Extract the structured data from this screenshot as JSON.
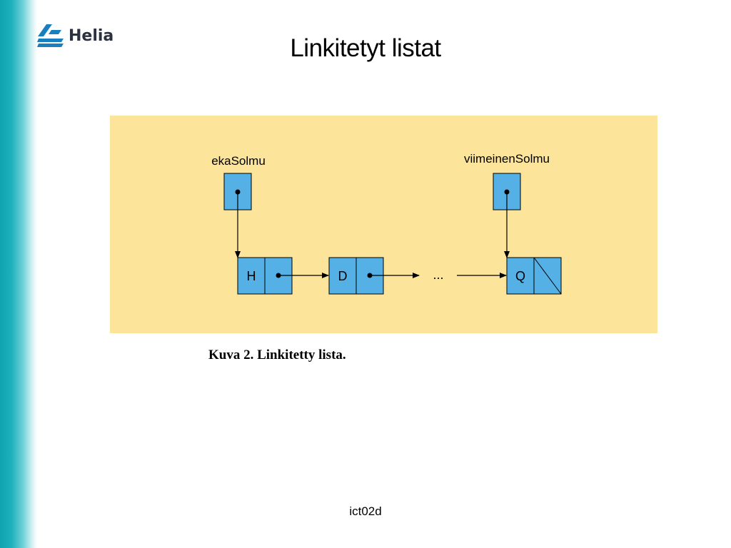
{
  "brand": {
    "logo_text": "Helia",
    "accent": "#0ea3ae",
    "logo_color": "#1a7fbf"
  },
  "slide": {
    "title": "Linkitetyt listat",
    "footer": "ict02d"
  },
  "figure": {
    "caption": "Kuva 2. Linkitetty lista.",
    "panel_color": "#fce59a",
    "cell_color": "#55b0e6",
    "pointers": {
      "first": "ekaSolmu",
      "last": "viimeinenSolmu"
    },
    "nodes": [
      {
        "value": "H",
        "next": "pointer"
      },
      {
        "value": "D",
        "next": "pointer"
      },
      {
        "value": "Q",
        "next": "null"
      }
    ],
    "ellipsis": "..."
  }
}
